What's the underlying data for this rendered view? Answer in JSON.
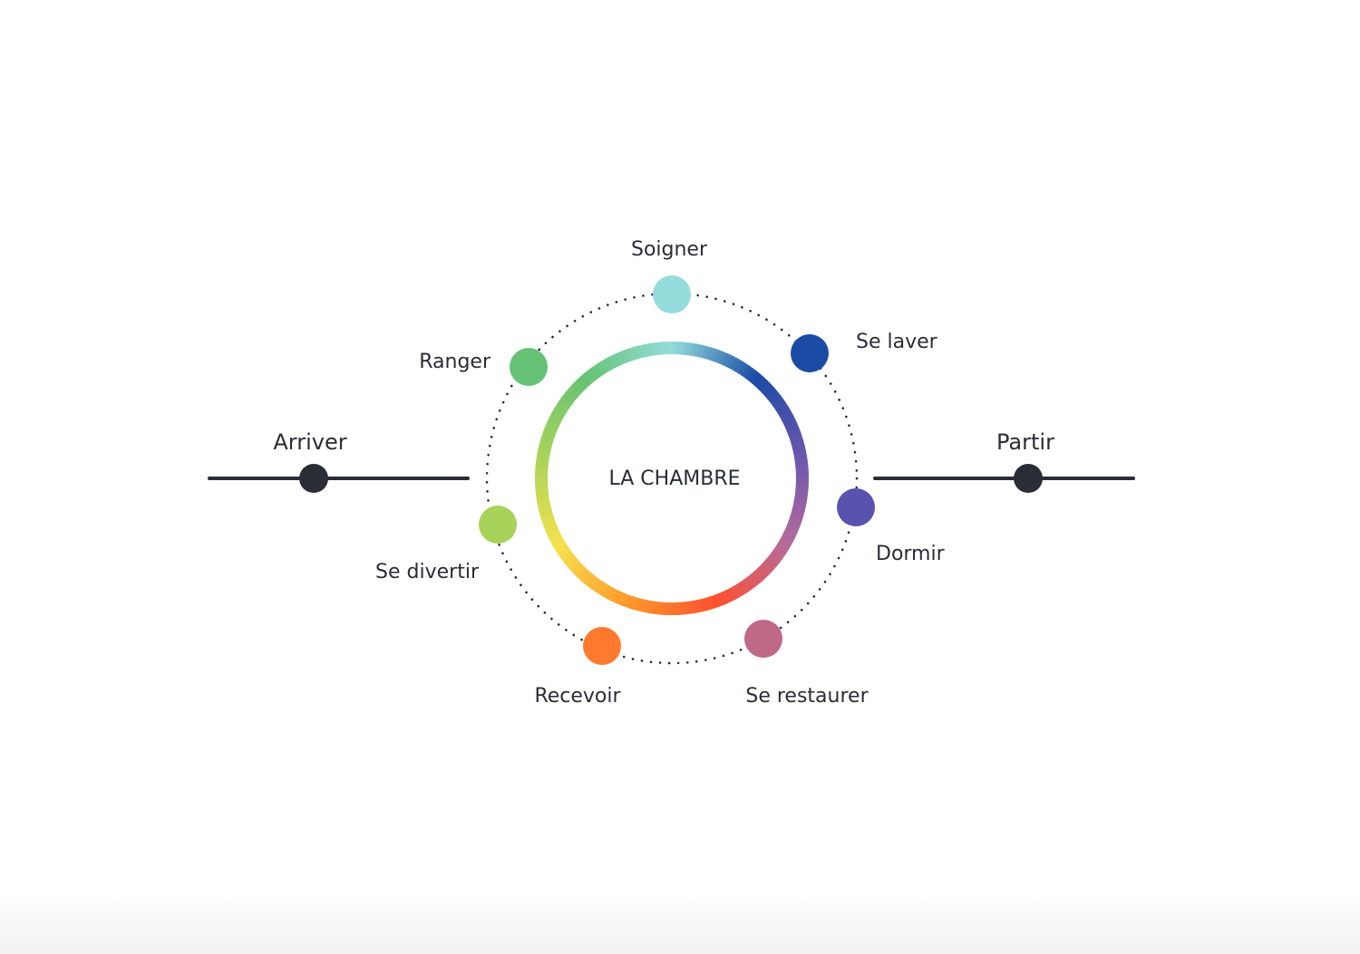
{
  "center": {
    "label": "LA CHAMBRE"
  },
  "endpoints": {
    "left": {
      "label": "Arriver"
    },
    "right": {
      "label": "Partir"
    }
  },
  "activities": [
    {
      "label": "Soigner",
      "color": "#95dcdc"
    },
    {
      "label": "Se laver",
      "color": "#1a4ba5"
    },
    {
      "label": "Dormir",
      "color": "#5853ae"
    },
    {
      "label": "Se restaurer",
      "color": "#c06888"
    },
    {
      "label": "Recevoir",
      "color": "#ff7a2e"
    },
    {
      "label": "Se divertir",
      "color": "#a8d35a"
    },
    {
      "label": "Ranger",
      "color": "#66c375"
    }
  ],
  "colors": {
    "ink": "#2a2d36",
    "ring_gradient": [
      "#95dcdc",
      "#1a4ba5",
      "#6b56ae",
      "#b66a9a",
      "#ff5030",
      "#ff9a2c",
      "#f5e24e",
      "#a8d35a",
      "#66c375"
    ]
  }
}
